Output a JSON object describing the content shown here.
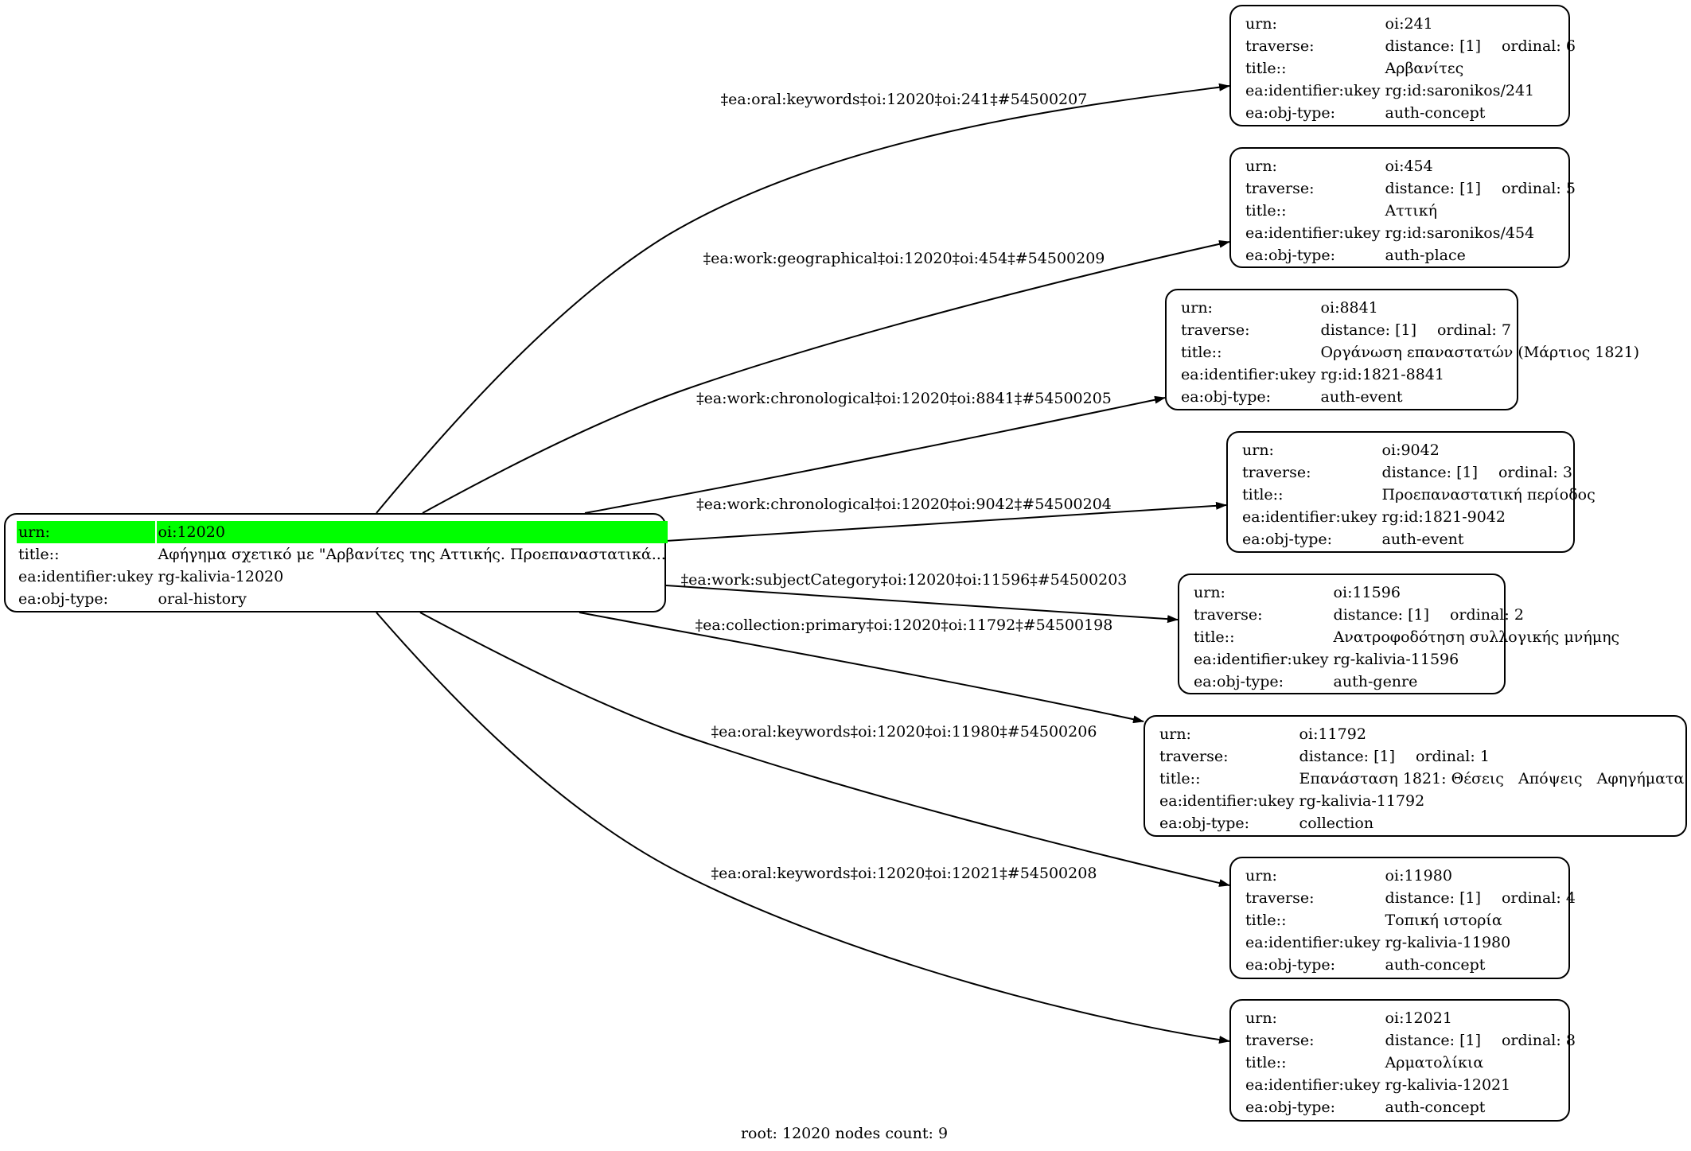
{
  "root": {
    "rows": [
      {
        "key": "urn:",
        "value": "oi:12020"
      },
      {
        "key": "title::",
        "value": "Αφήγημα σχετικό με \"Αρβανίτες της Αττικής. Προεπαναστατικά..."
      },
      {
        "key": "ea:identifier:ukey",
        "value": "rg-kalivia-12020"
      },
      {
        "key": "ea:obj-type:",
        "value": "oral-history"
      }
    ],
    "highlight_color": "#00ff00"
  },
  "nodes": [
    {
      "urn": "oi:241",
      "distance": "distance: [1]",
      "ordinal": "ordinal: 6",
      "title": "Αρβανίτες",
      "ukey": "rg:id:saronikos/241",
      "type": "auth-concept"
    },
    {
      "urn": "oi:454",
      "distance": "distance: [1]",
      "ordinal": "ordinal: 5",
      "title": "Αττική",
      "ukey": "rg:id:saronikos/454",
      "type": "auth-place"
    },
    {
      "urn": "oi:8841",
      "distance": "distance: [1]",
      "ordinal": "ordinal: 7",
      "title": "Οργάνωση επαναστατών (Μάρτιος 1821)",
      "ukey": "rg:id:1821-8841",
      "type": "auth-event"
    },
    {
      "urn": "oi:9042",
      "distance": "distance: [1]",
      "ordinal": "ordinal: 3",
      "title": "Προεπαναστατική περίοδος",
      "ukey": "rg:id:1821-9042",
      "type": "auth-event"
    },
    {
      "urn": "oi:11596",
      "distance": "distance: [1]",
      "ordinal": "ordinal: 2",
      "title": "Ανατροφοδότηση συλλογικής μνήμης",
      "ukey": "rg-kalivia-11596",
      "type": "auth-genre"
    },
    {
      "urn": "oi:11792",
      "distance": "distance: [1]",
      "ordinal": "ordinal: 1",
      "title": "Επανάσταση 1821: Θέσεις   Απόψεις   Αφηγήματα",
      "ukey": "rg-kalivia-11792",
      "type": "collection"
    },
    {
      "urn": "oi:11980",
      "distance": "distance: [1]",
      "ordinal": "ordinal: 4",
      "title": "Τοπική ιστορία",
      "ukey": "rg-kalivia-11980",
      "type": "auth-concept"
    },
    {
      "urn": "oi:12021",
      "distance": "distance: [1]",
      "ordinal": "ordinal: 8",
      "title": "Αρματολίκια",
      "ukey": "rg-kalivia-12021",
      "type": "auth-concept"
    }
  ],
  "labels": {
    "urn": "urn:",
    "traverse": "traverse:",
    "title": "title::",
    "ukey": "ea:identifier:ukey",
    "type": "ea:obj-type:"
  },
  "edges": [
    {
      "label": "‡ea:oral:keywords‡oi:12020‡oi:241‡#54500207"
    },
    {
      "label": "‡ea:work:geographical‡oi:12020‡oi:454‡#54500209"
    },
    {
      "label": "‡ea:work:chronological‡oi:12020‡oi:8841‡#54500205"
    },
    {
      "label": "‡ea:work:chronological‡oi:12020‡oi:9042‡#54500204"
    },
    {
      "label": "‡ea:work:subjectCategory‡oi:12020‡oi:11596‡#54500203"
    },
    {
      "label": "‡ea:collection:primary‡oi:12020‡oi:11792‡#54500198"
    },
    {
      "label": "‡ea:oral:keywords‡oi:12020‡oi:11980‡#54500206"
    },
    {
      "label": "‡ea:oral:keywords‡oi:12020‡oi:12021‡#54500208"
    }
  ],
  "footer": "root: 12020 nodes count: 9"
}
